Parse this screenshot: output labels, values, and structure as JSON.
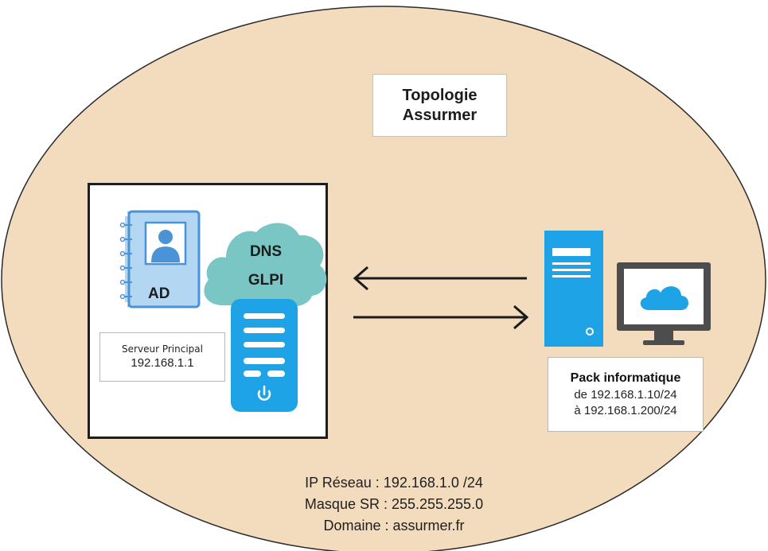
{
  "title": {
    "line1": "Topologie",
    "line2": "Assurmer"
  },
  "server": {
    "ad_label": "AD",
    "cloud_line1": "DNS",
    "cloud_line2": "GLPI",
    "name": "Serveur Principal",
    "ip": "192.168.1.1"
  },
  "client": {
    "heading": "Pack informatique",
    "range_from": "de 192.168.1.10/24",
    "range_to": "à 192.168.1.200/24"
  },
  "network": {
    "ip_line": "IP Réseau : 192.168.1.0 /24",
    "mask_line": "Masque SR : 255.255.255.0",
    "domain_line": "Domaine : assurmer.fr"
  },
  "colors": {
    "ellipse_fill": "#f3dcbd",
    "ellipse_stroke": "#2b2b2b",
    "accent_blue": "#1ea3e6",
    "light_blue": "#9ccaee",
    "teal_cloud": "#79c6c4",
    "dark_gray": "#3d3d3d"
  },
  "icons": [
    "address-book-icon",
    "cloud-icon",
    "server-tower-icon",
    "power-icon",
    "pc-tower-icon",
    "monitor-icon",
    "cloud-screen-icon",
    "arrow-left-icon",
    "arrow-right-icon"
  ]
}
